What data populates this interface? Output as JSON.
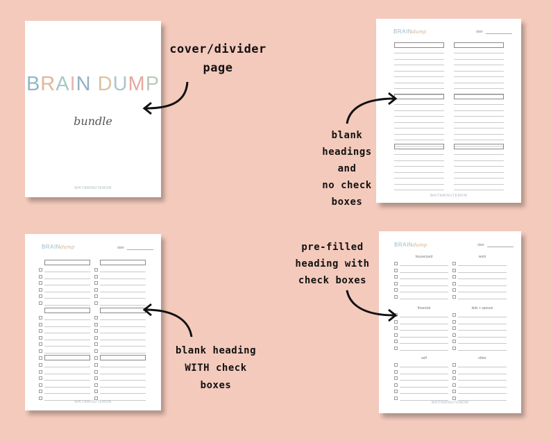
{
  "cover": {
    "title_brain": "BRAIN",
    "title_dump": "DUMP",
    "subtitle": "bundle",
    "footer": "WAITAMINUTEMOM",
    "title_colors": [
      "#8fb7c6",
      "#e3b59a",
      "#a7c8c0",
      "#e9b6b0",
      "#95b0c4",
      "#d9c49a",
      "#a9c6cc",
      "#e7a89e",
      "#b8cbb6"
    ]
  },
  "mini_brand": {
    "brain": "BRAIN",
    "dump": "dump",
    "date_label": "date"
  },
  "footer_text": "WAITAMINUTEMOM",
  "annotations": {
    "cover_divider": [
      "cover/divider",
      "page"
    ],
    "blank_no_check": [
      "blank",
      "headings and",
      "no check",
      "boxes"
    ],
    "blank_with_check": [
      "blank heading",
      "WITH check",
      "boxes"
    ],
    "prefilled": [
      "pre-filled",
      "heading with",
      "check boxes"
    ]
  },
  "prefilled_headings": [
    "house/yard",
    "work",
    "financial",
    "kids + spouse",
    "self",
    "other"
  ]
}
